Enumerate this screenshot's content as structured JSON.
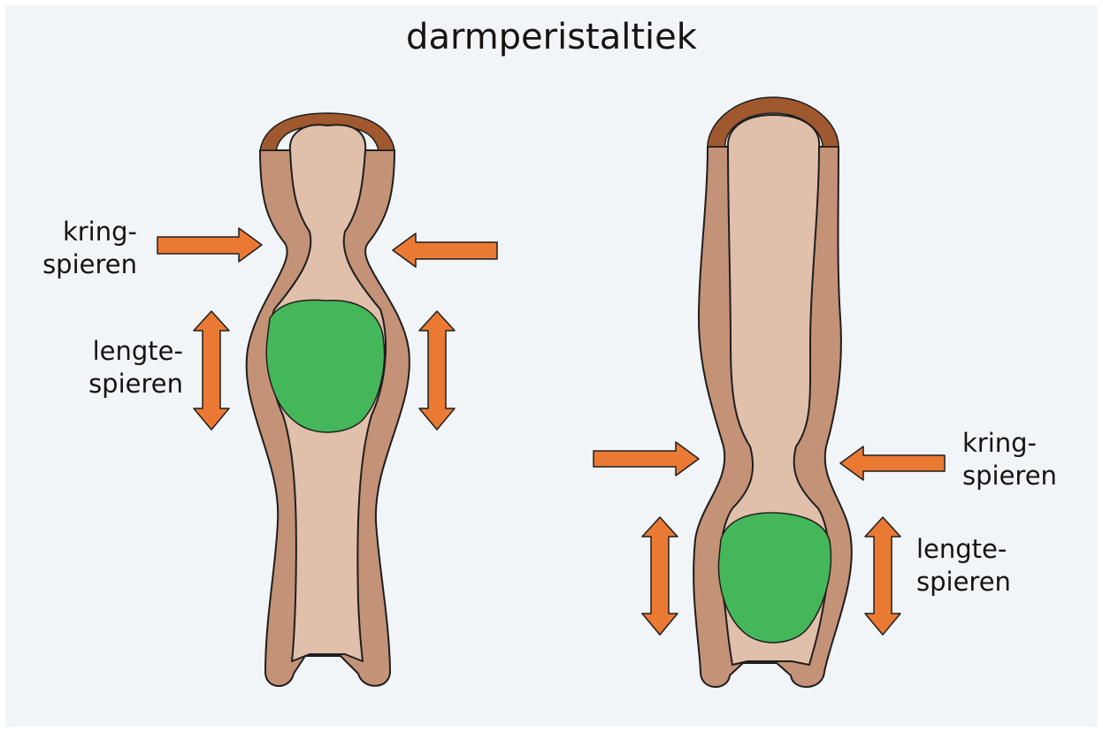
{
  "title": "darmperistaltiek",
  "colors": {
    "background": "#f2f5f8",
    "wall": "#c49277",
    "wall_cap": "#a0582f",
    "lumen": "#e0bfab",
    "food_bolus": "#44b75a",
    "arrow": "#ea7a33",
    "outline": "#1e1e1e"
  },
  "left_panel": {
    "circular_muscle_label": [
      "kring-",
      "spieren"
    ],
    "longitudinal_muscle_label": [
      "lengte-",
      "spieren"
    ]
  },
  "right_panel": {
    "circular_muscle_label": [
      "kring-",
      "spieren"
    ],
    "longitudinal_muscle_label": [
      "lengte-",
      "spieren"
    ]
  }
}
